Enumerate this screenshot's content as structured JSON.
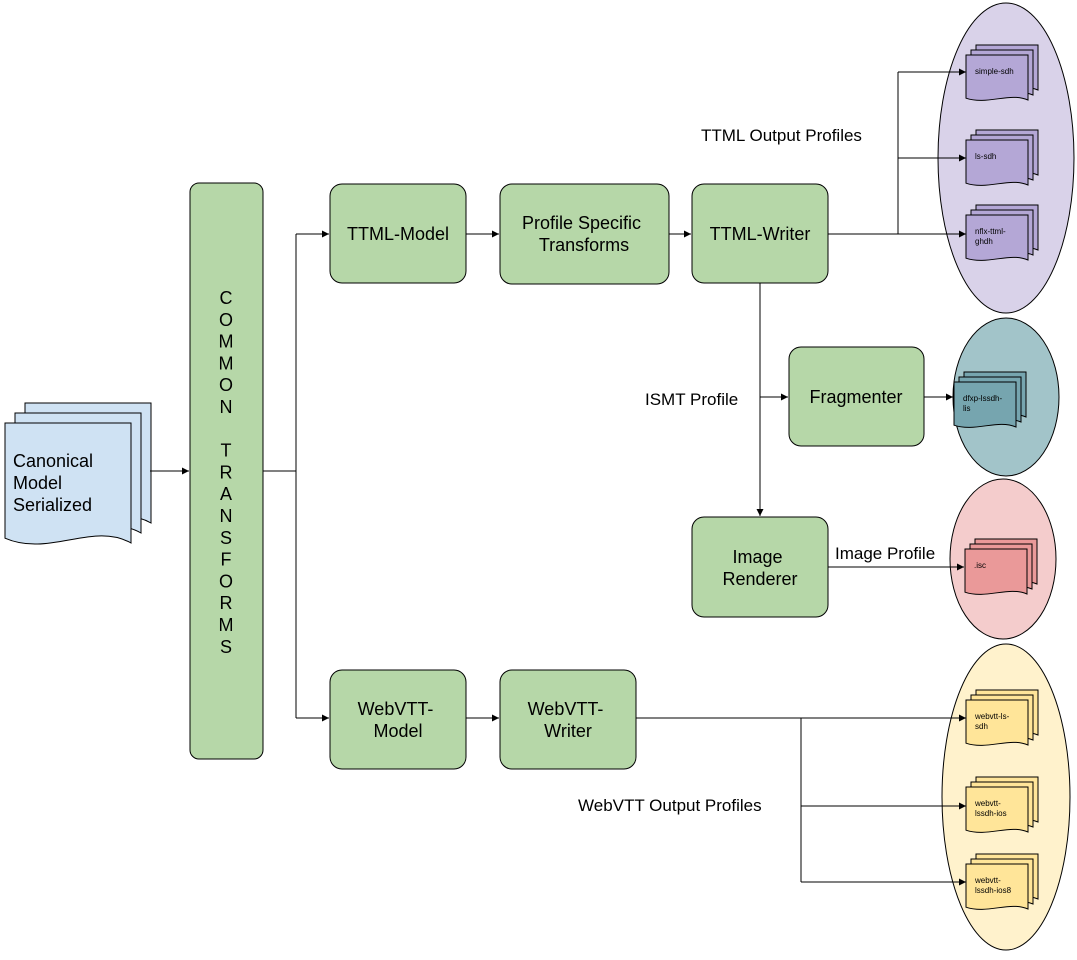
{
  "source": {
    "lines": [
      "Canonical",
      "Model",
      "Serialized"
    ],
    "fill": "#cfe2f3"
  },
  "common": {
    "letters": [
      "C",
      "O",
      "M",
      "M",
      "O",
      "N",
      "",
      "T",
      "R",
      "A",
      "N",
      "S",
      "F",
      "O",
      "R",
      "M",
      "S"
    ]
  },
  "nodes": {
    "ttml_model": [
      "TTML-Model"
    ],
    "profile_transforms": [
      "Profile Specific",
      "Transforms"
    ],
    "ttml_writer": [
      "TTML-Writer"
    ],
    "fragmenter": [
      "Fragmenter"
    ],
    "image_renderer": [
      "Image",
      "Renderer"
    ],
    "webvtt_model": [
      "WebVTT-",
      "Model"
    ],
    "webvtt_writer": [
      "WebVTT-",
      "Writer"
    ]
  },
  "labels": {
    "ttml_profiles": "TTML Output Profiles",
    "ismt_profile": "ISMT Profile",
    "image_profile": "Image Profile",
    "webvtt_profiles": "WebVTT Output Profiles"
  },
  "groups": {
    "ttml": {
      "fill": "#d9d2e9",
      "doc_fill": "#b4a7d6",
      "docs": [
        [
          "simple-sdh"
        ],
        [
          "ls-sdh"
        ],
        [
          "nflx-ttml-",
          "ghdh"
        ]
      ]
    },
    "ismt": {
      "fill": "#a2c4c9",
      "doc_fill": "#76a5af",
      "docs": [
        [
          "dfxp-lssdh-",
          "lis"
        ]
      ]
    },
    "image": {
      "fill": "#f4cccc",
      "doc_fill": "#ea9999",
      "docs": [
        [
          ".isc"
        ]
      ]
    },
    "webvtt": {
      "fill": "#fff2cc",
      "doc_fill": "#ffe599",
      "docs": [
        [
          "webvtt-ls-",
          "sdh"
        ],
        [
          "webvtt-",
          "lssdh-ios"
        ],
        [
          "webvtt-",
          "lssdh-ios8"
        ]
      ]
    }
  },
  "colors": {
    "node_fill": "#b6d7a8",
    "stroke": "#000000"
  }
}
